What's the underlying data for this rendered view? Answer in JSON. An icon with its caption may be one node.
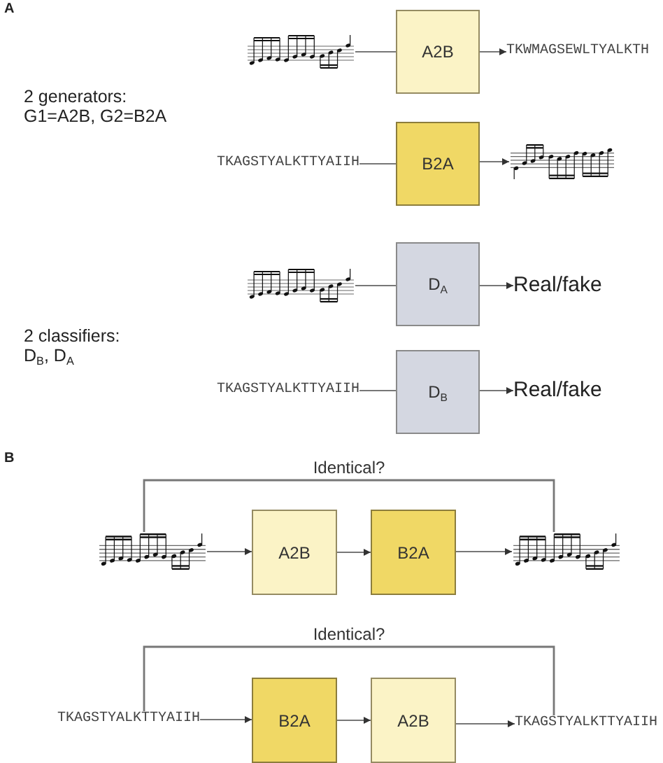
{
  "diagram": {
    "nodes": [
      {
        "text": [],
        "shape": "picture"
      },
      {
        "text": [
          "A2B"
        ]
      },
      {
        "text": [
          "TKWMAGSEWLTYALKTH"
        ]
      },
      {
        "text": [
          "TKAGSTYALKTTYAIIH"
        ]
      },
      {
        "text": [
          "B2A"
        ]
      },
      {
        "text": [],
        "shape": "picture"
      },
      {
        "text": [],
        "shape": "picture"
      },
      {
        "text": [
          "D$_{A}$"
        ]
      },
      {
        "text": [
          "Real/fake"
        ]
      },
      {
        "text": [
          "TKAGSTYALKTTYAIIH"
        ]
      },
      {
        "text": [
          "D$_{B}$"
        ]
      },
      {
        "text": [
          "Real/fake"
        ]
      },
      {
        "text": [],
        "shape": "picture"
      },
      {
        "text": [
          "A2B"
        ]
      },
      {
        "text": [
          "B2A"
        ]
      },
      {
        "text": [],
        "shape": "picture"
      },
      {
        "text": [
          "TKAGSTYALKTTYAIIH"
        ]
      },
      {
        "text": [
          "B2A"
        ]
      },
      {
        "text": [
          "A2B"
        ]
      },
      {
        "text": [
          "TKAGSTYALKTTYAIIH"
        ]
      }
    ],
    "edges": [
      {
        "from": 0,
        "to": 1,
        "arrow": "none"
      },
      {
        "from": 1,
        "to": 2,
        "arrow": "to"
      },
      {
        "from": 3,
        "to": 4,
        "arrow": "none"
      },
      {
        "from": 4,
        "to": 5,
        "arrow": "to"
      },
      {
        "from": 6,
        "to": 7,
        "arrow": "none"
      },
      {
        "from": 7,
        "to": 8,
        "arrow": "to"
      },
      {
        "from": 9,
        "to": 10,
        "arrow": "none"
      },
      {
        "from": 10,
        "to": 11,
        "arrow": "to"
      },
      {
        "from": 12,
        "to": 13,
        "arrow": "to"
      },
      {
        "from": 13,
        "to": 14,
        "arrow": "to"
      },
      {
        "from": 14,
        "to": 15,
        "arrow": "to"
      },
      {
        "from": 12,
        "to": 15,
        "arrow": "none",
        "label": "Identical?"
      },
      {
        "from": 16,
        "to": 17,
        "arrow": "to"
      },
      {
        "from": 17,
        "to": 18,
        "arrow": "to"
      },
      {
        "from": 18,
        "to": 19,
        "arrow": "to"
      },
      {
        "from": 16,
        "to": 19,
        "arrow": "none",
        "label": "Identical?"
      }
    ],
    "labels": [
      "A",
      "2 generators: G1=A2B, G2=B2A",
      "2 classifiers: D$_{B}$, D$_{A}$",
      "B"
    ]
  }
}
